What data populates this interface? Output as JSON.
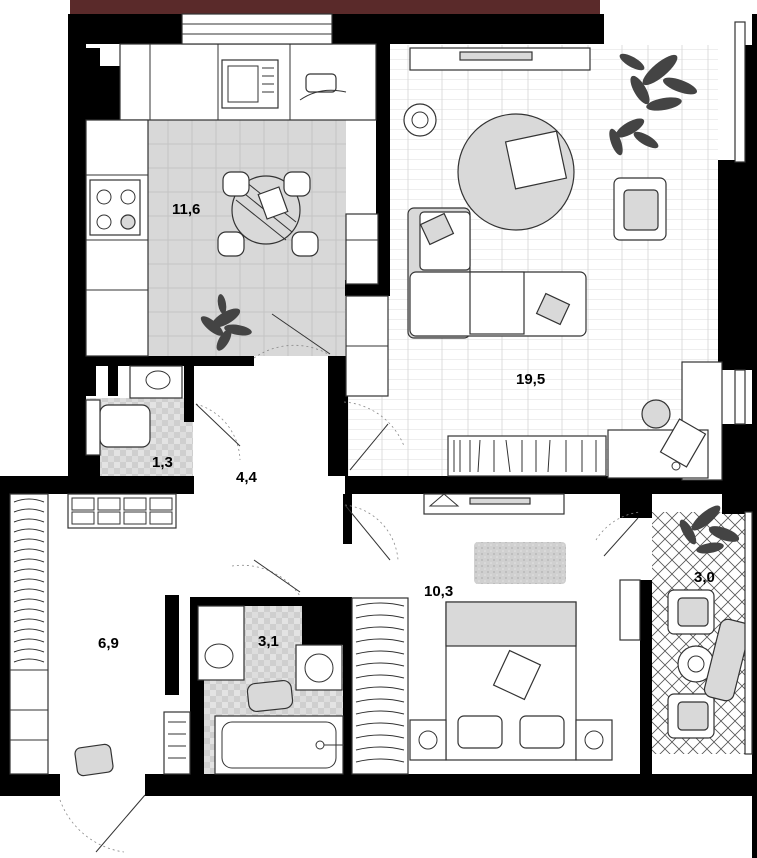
{
  "rooms": [
    {
      "id": "kitchen",
      "area": "11,6"
    },
    {
      "id": "living",
      "area": "19,5"
    },
    {
      "id": "wc",
      "area": "1,3"
    },
    {
      "id": "hall",
      "area": "4,4"
    },
    {
      "id": "entrance",
      "area": "6,9"
    },
    {
      "id": "bathroom",
      "area": "3,1"
    },
    {
      "id": "bedroom",
      "area": "10,3"
    },
    {
      "id": "balcony",
      "area": "3,0"
    }
  ],
  "colors": {
    "wall": "#000000",
    "floor_tile": "#d6d6d6",
    "floor_wood": "#ffffff",
    "rug": "#d9d9d9"
  },
  "top_strip_color": "#5a2a2a"
}
